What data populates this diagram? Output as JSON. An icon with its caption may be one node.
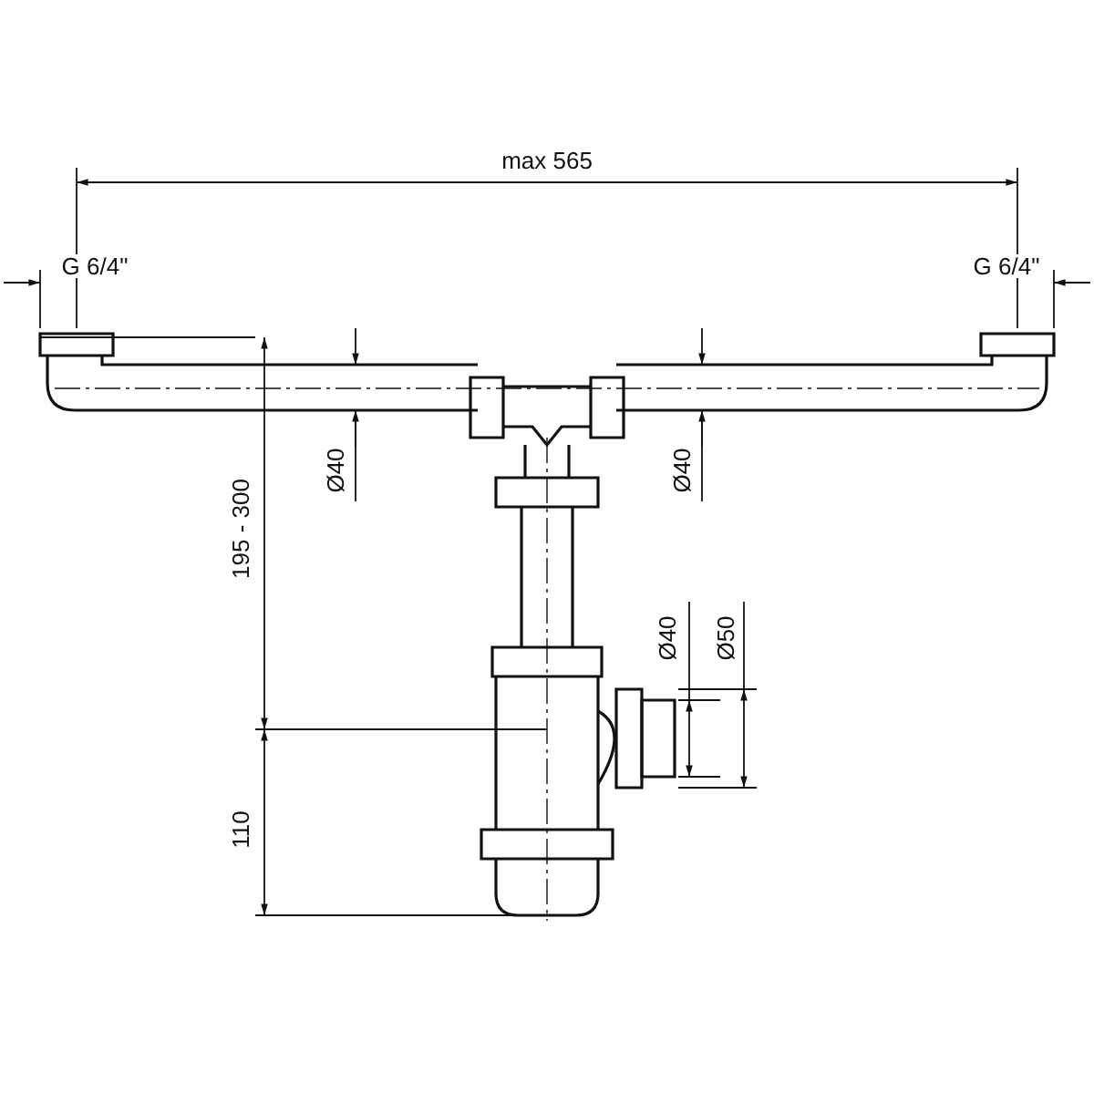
{
  "diagram": {
    "labels": [
      "max 565",
      "G 6/4\"",
      "G 6/4\"",
      "Ø40",
      "Ø40",
      "195 - 300",
      "Ø40",
      "Ø50",
      "110"
    ]
  }
}
